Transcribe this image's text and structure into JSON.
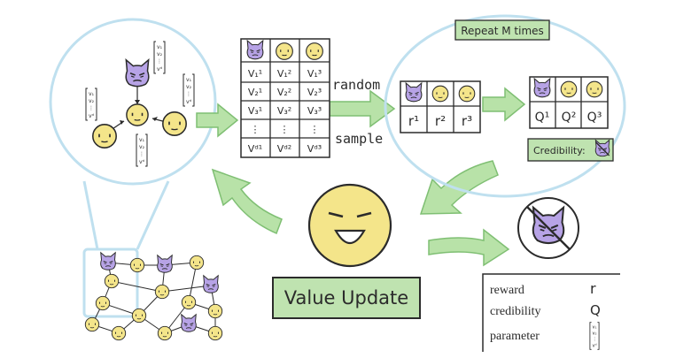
{
  "colors": {
    "circle_blue": "#bfe0ef",
    "arrow_green": "#b8e2a8",
    "arrow_stroke": "#7fbf73",
    "yellow_face": "#f4e58a",
    "purple_devil": "#b7a3e6",
    "box_green": "#bfe3b0",
    "ink": "#2b2b2b"
  },
  "icons": {
    "devil": "purple-devil-agent-icon",
    "smiley": "yellow-smiley-agent-icon",
    "big_smiley": "large-happy-face-icon",
    "banned_devil": "crossed-out-devil-icon"
  },
  "table": {
    "header": [
      "devil",
      "smiley",
      "smiley"
    ],
    "rows": [
      [
        "V₁¹",
        "V₁²",
        "V₁³"
      ],
      [
        "V₂¹",
        "V₂²",
        "V₂³"
      ],
      [
        "V₃¹",
        "V₃²",
        "V₃³"
      ],
      [
        "⋮",
        "⋮",
        "⋮"
      ],
      [
        "Vᵈ¹",
        "Vᵈ²",
        "Vᵈ³"
      ]
    ]
  },
  "sampling": {
    "top_label": "random",
    "bottom_label": "sample"
  },
  "repeat": {
    "label": "Repeat M times",
    "rewards": [
      "r¹",
      "r²",
      "r³"
    ],
    "q_values": [
      "Q¹",
      "Q²",
      "Q³"
    ],
    "credibility_label": "Credibility:"
  },
  "value_update": {
    "label": "Value Update"
  },
  "legend": {
    "items": [
      {
        "name": "reward",
        "symbol": "r"
      },
      {
        "name": "credibility",
        "symbol": "Q"
      },
      {
        "name": "parameter",
        "symbol": "[v₁ v₂ ⋮ vᵈ]"
      }
    ]
  }
}
